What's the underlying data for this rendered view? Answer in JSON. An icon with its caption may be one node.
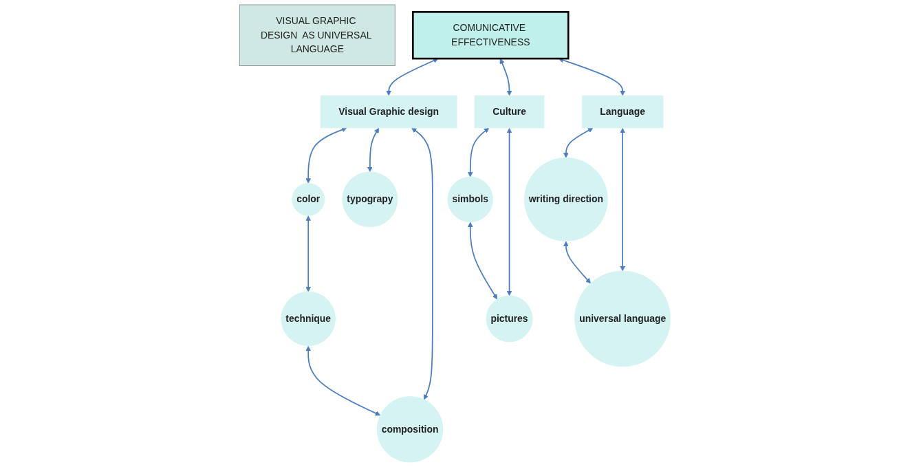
{
  "diagram": {
    "nodes": [
      {
        "text": [
          "VISUAL GRAPHIC DESIGN  AS UNIVERSAL LANGUAGE"
        ]
      },
      {
        "text": [
          "COMUNICATIVE EFFECTIVENESS"
        ]
      },
      {
        "text": [
          "Visual Graphic design"
        ]
      },
      {
        "text": [
          "Culture"
        ]
      },
      {
        "text": [
          "Language"
        ]
      },
      {
        "text": [
          "color"
        ]
      },
      {
        "text": [
          "typograpy"
        ]
      },
      {
        "text": [
          "composition"
        ]
      },
      {
        "text": [
          "technique"
        ]
      },
      {
        "text": [
          "simbols"
        ]
      },
      {
        "text": [
          "pictures"
        ]
      },
      {
        "text": [
          "writing direction"
        ]
      },
      {
        "text": [
          "universal language"
        ]
      }
    ],
    "edges": [
      {
        "from": 1,
        "to": 2,
        "arrow": "both"
      },
      {
        "from": 1,
        "to": 3,
        "arrow": "both"
      },
      {
        "from": 1,
        "to": 4,
        "arrow": "both"
      },
      {
        "from": 2,
        "to": 5,
        "arrow": "both"
      },
      {
        "from": 2,
        "to": 6,
        "arrow": "both"
      },
      {
        "from": 2,
        "to": 7,
        "arrow": "both"
      },
      {
        "from": 5,
        "to": 8,
        "arrow": "both"
      },
      {
        "from": 8,
        "to": 7,
        "arrow": "both"
      },
      {
        "from": 3,
        "to": 9,
        "arrow": "both"
      },
      {
        "from": 3,
        "to": 10,
        "arrow": "both"
      },
      {
        "from": 9,
        "to": 10,
        "arrow": "both"
      },
      {
        "from": 4,
        "to": 11,
        "arrow": "both"
      },
      {
        "from": 4,
        "to": 12,
        "arrow": "both"
      },
      {
        "from": 11,
        "to": 12,
        "arrow": "both"
      }
    ]
  }
}
